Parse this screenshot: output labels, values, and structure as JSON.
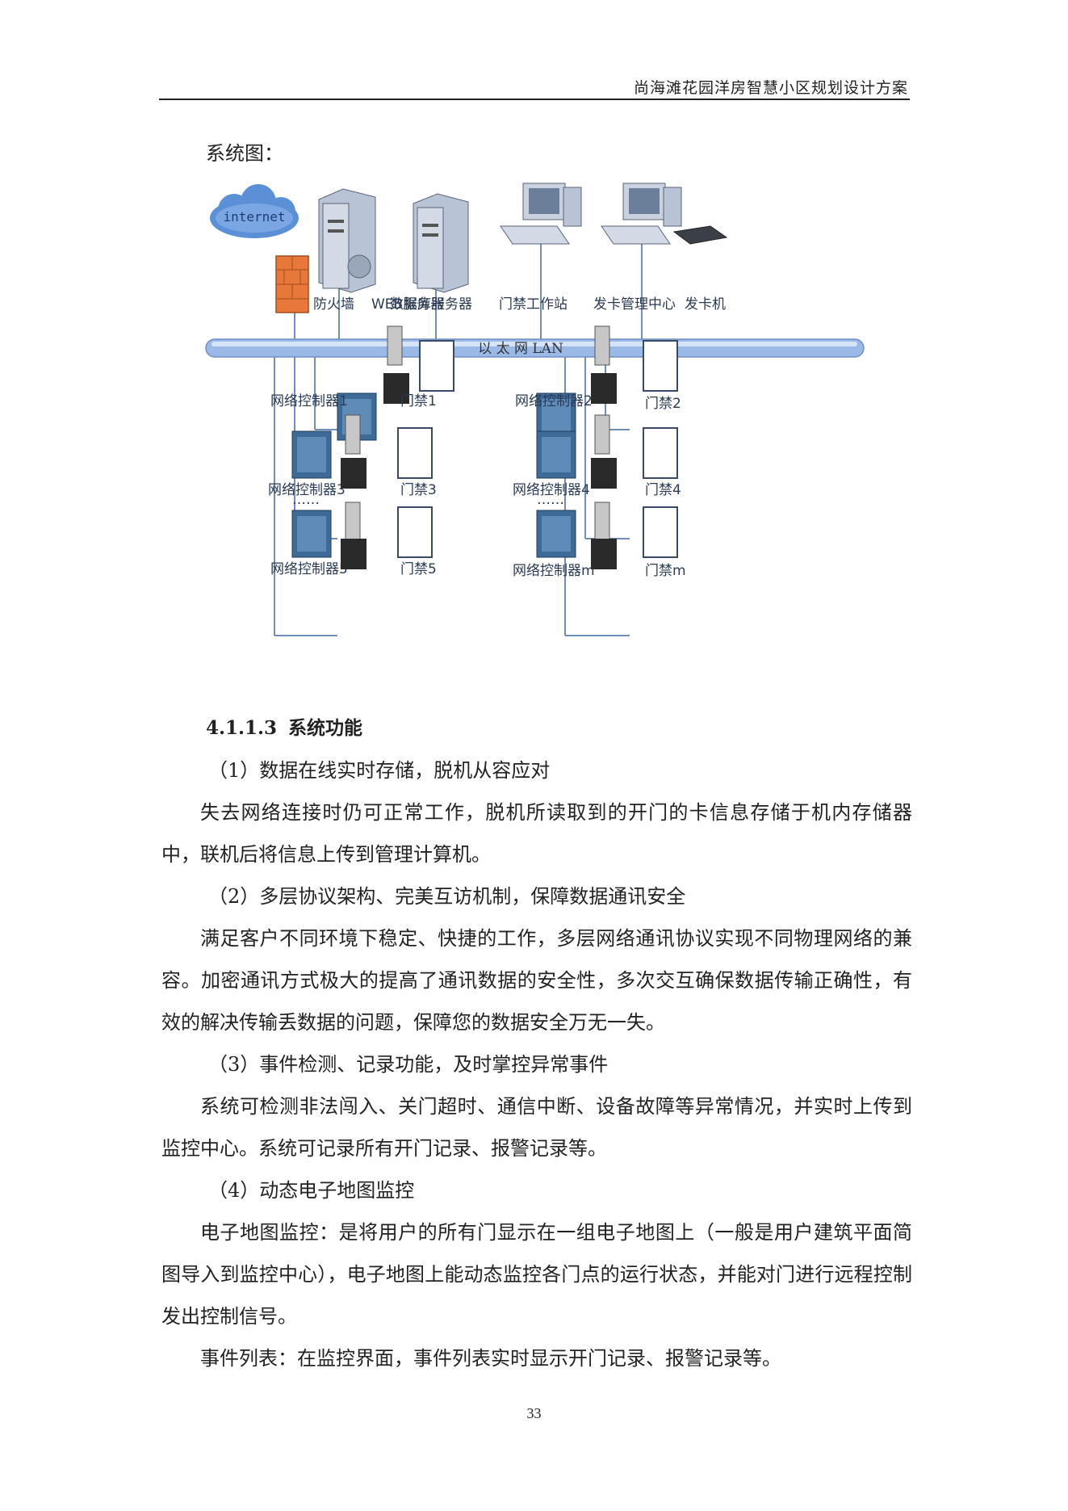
{
  "header": {
    "title": "尚海滩花园洋房智慧小区规划设计方案"
  },
  "caption": "系统图：",
  "diagram": {
    "cloud_label": "internet",
    "lan_label": "以 太 网 LAN",
    "top_nodes": {
      "firewall": "防火墙",
      "web_server": "WEB服务器",
      "db_server": "数据库服务器",
      "workstation": "门禁工作站",
      "card_center": "发卡管理中心",
      "card_machine": "发卡机"
    },
    "controllers": [
      "网络控制器1",
      "网络控制器2",
      "网络控制器3",
      "网络控制器4",
      "网络控制器5",
      "网络控制器m"
    ],
    "doors": [
      "门禁1",
      "门禁2",
      "门禁3",
      "门禁4",
      "门禁5",
      "门禁m"
    ],
    "ellipsis": "……"
  },
  "section": {
    "number": "4.1.1.3",
    "title": "系统功能"
  },
  "paragraphs": [
    {
      "type": "item",
      "text": "（1）数据在线实时存储，脱机从容应对"
    },
    {
      "type": "indent",
      "text": "失去网络连接时仍可正常工作，脱机所读取到的开门的卡信息存储于机内存储器中，联机后将信息上传到管理计算机。"
    },
    {
      "type": "item",
      "text": "（2）多层协议架构、完美互访机制，保障数据通讯安全"
    },
    {
      "type": "indent",
      "text": "满足客户不同环境下稳定、快捷的工作，多层网络通讯协议实现不同物理网络的兼容。加密通讯方式极大的提高了通讯数据的安全性，多次交互确保数据传输正确性，有效的解决传输丢数据的问题，保障您的数据安全万无一失。"
    },
    {
      "type": "item",
      "text": "（3）事件检测、记录功能，及时掌控异常事件"
    },
    {
      "type": "indent",
      "text": "系统可检测非法闯入、关门超时、通信中断、设备故障等异常情况，并实时上传到监控中心。系统可记录所有开门记录、报警记录等。"
    },
    {
      "type": "item",
      "text": "（4）动态电子地图监控"
    },
    {
      "type": "indent",
      "text": "电子地图监控：是将用户的所有门显示在一组电子地图上（一般是用户建筑平面简图导入到监控中心），电子地图上能动态监控各门点的运行状态，并能对门进行远程控制发出控制信号。"
    },
    {
      "type": "indent",
      "text": "事件列表：在监控界面，事件列表实时显示开门记录、报警记录等。"
    }
  ],
  "page_number": "33"
}
